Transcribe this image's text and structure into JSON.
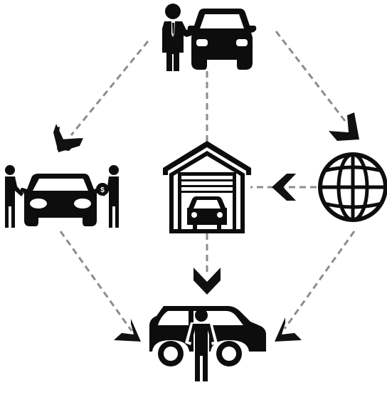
{
  "diagram": {
    "nodes": [
      {
        "id": "dealer",
        "icon": "car-dealer-icon"
      },
      {
        "id": "private-sale",
        "icon": "private-sale-icon"
      },
      {
        "id": "garage",
        "icon": "garage-icon"
      },
      {
        "id": "online",
        "icon": "globe-icon"
      },
      {
        "id": "buyer",
        "icon": "car-buyer-icon"
      }
    ],
    "edges": [
      {
        "from": "dealer",
        "to": "private-sale",
        "style": "dashed",
        "arrow": true
      },
      {
        "from": "dealer",
        "to": "online",
        "style": "dashed",
        "arrow": true
      },
      {
        "from": "dealer",
        "to": "garage",
        "style": "dashed",
        "arrow": false
      },
      {
        "from": "online",
        "to": "garage",
        "style": "dashed",
        "arrow": true
      },
      {
        "from": "garage",
        "to": "buyer",
        "style": "dashed",
        "arrow": true
      },
      {
        "from": "private-sale",
        "to": "buyer",
        "style": "dashed",
        "arrow": true
      },
      {
        "from": "online",
        "to": "buyer",
        "style": "dashed",
        "arrow": true
      }
    ],
    "colors": {
      "icon": "#0d0d0d",
      "connector": "#8c8c8c",
      "background": "#ffffff"
    }
  }
}
